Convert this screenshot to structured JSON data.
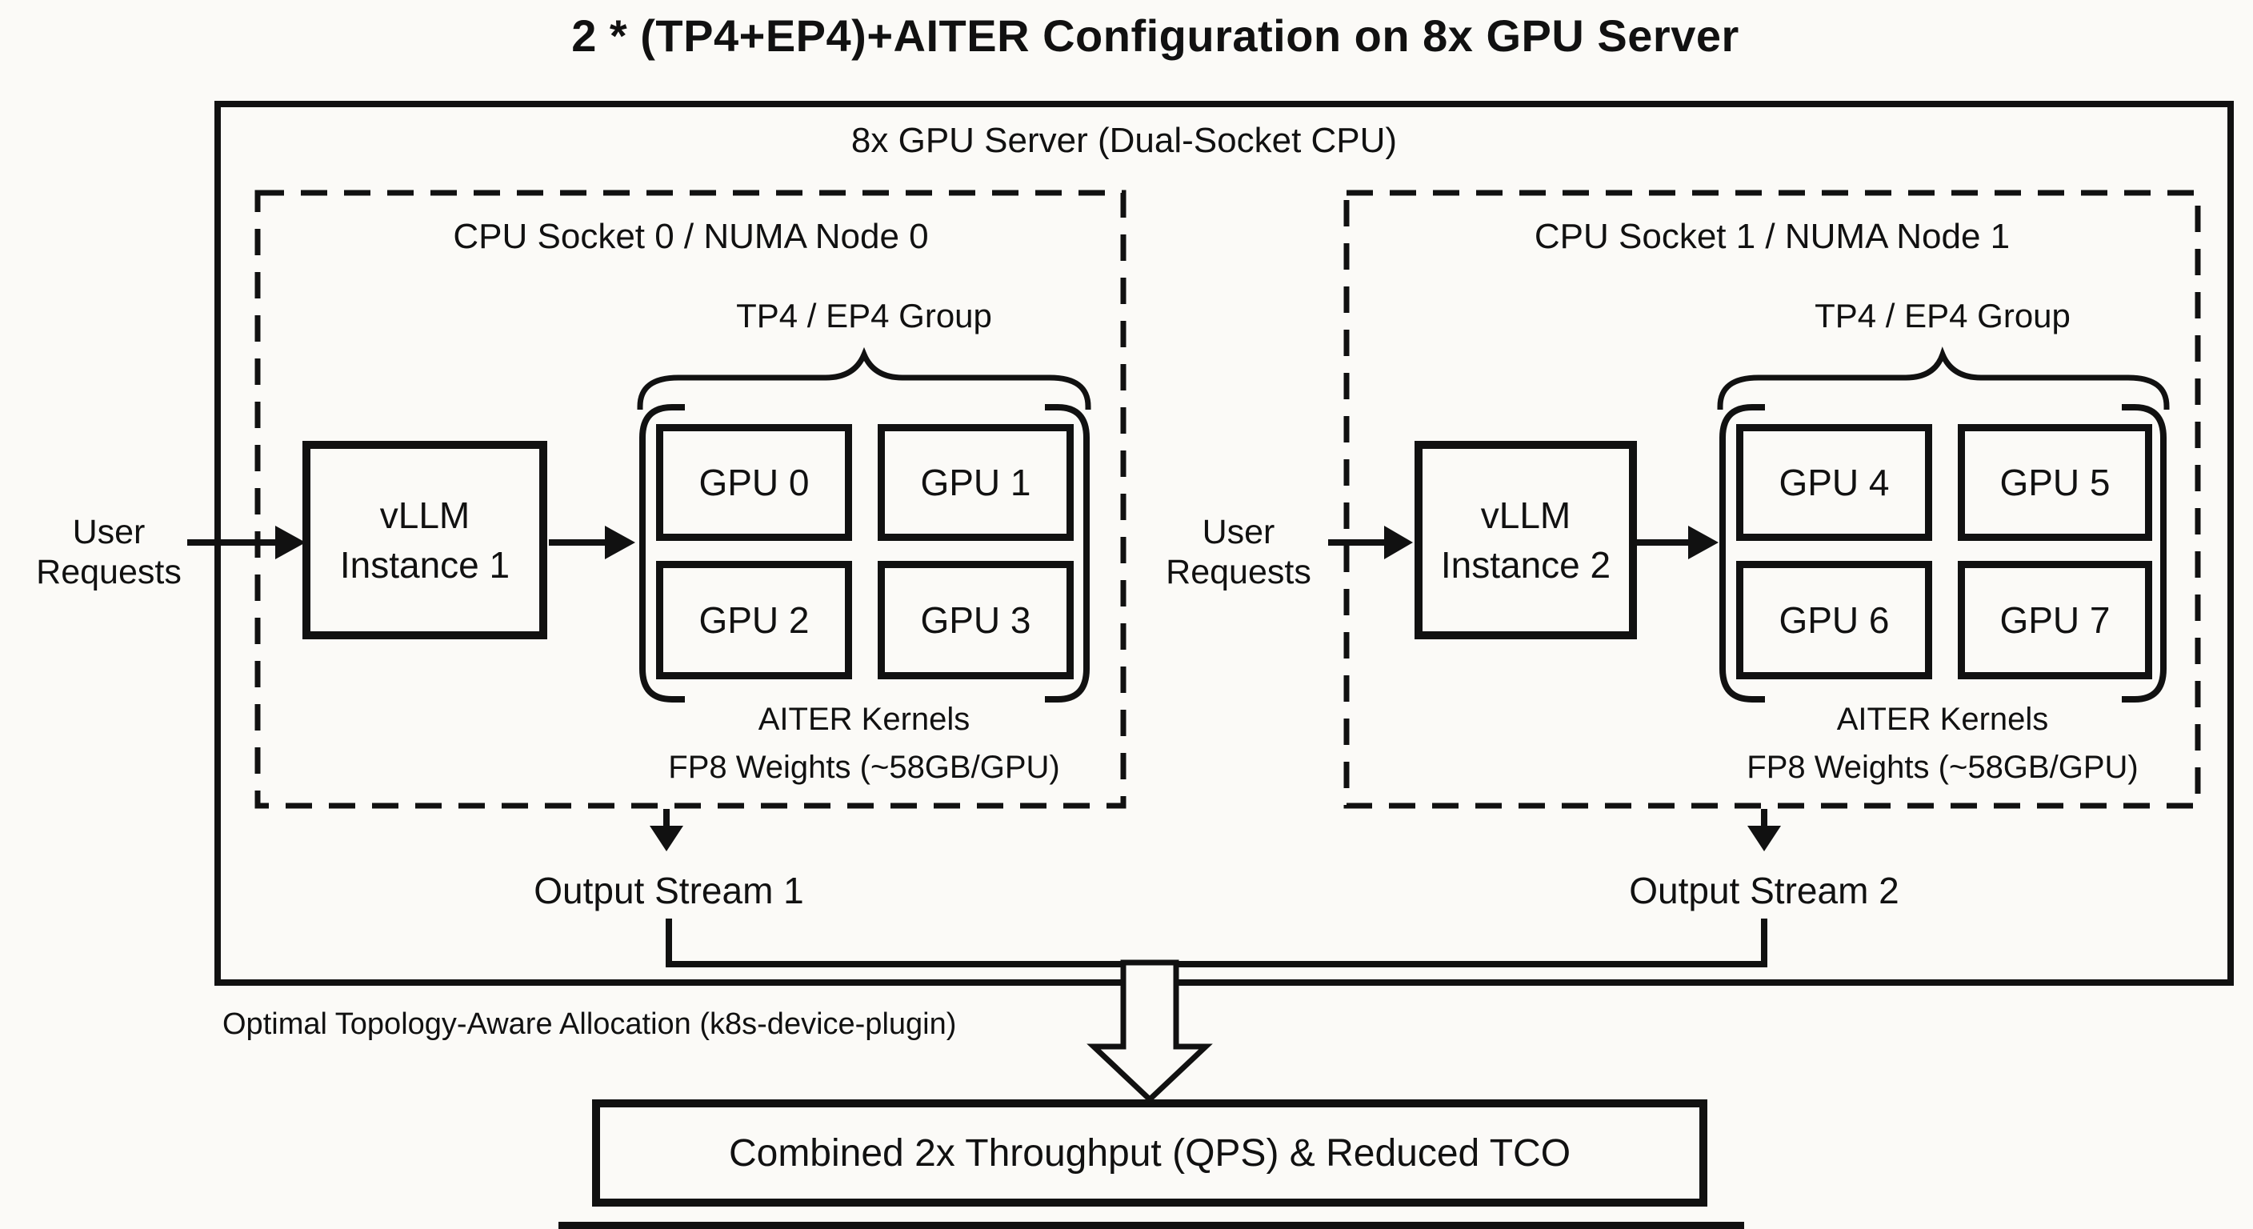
{
  "colors": {
    "ink": "#111111",
    "paper": "#fbfaf7"
  },
  "title": "2 * (TP4+EP4)+AITER Configuration on 8x GPU Server",
  "server_label": "8x GPU Server (Dual-Socket CPU)",
  "sockets": [
    {
      "header": "CPU Socket 0 / NUMA Node 0",
      "group_label": "TP4 / EP4 Group",
      "gpus": [
        "GPU 0",
        "GPU 1",
        "GPU 2",
        "GPU 3"
      ],
      "kernels": "AITER Kernels",
      "weights": "FP8 Weights (~58GB/GPU)",
      "vllm_line1": "vLLM",
      "vllm_line2": "Instance 1",
      "requests_line1": "User",
      "requests_line2": "Requests",
      "output": "Output Stream 1"
    },
    {
      "header": "CPU Socket 1 / NUMA Node 1",
      "group_label": "TP4 / EP4 Group",
      "gpus": [
        "GPU 4",
        "GPU 5",
        "GPU 6",
        "GPU 7"
      ],
      "kernels": "AITER Kernels",
      "weights": "FP8 Weights (~58GB/GPU)",
      "vllm_line1": "vLLM",
      "vllm_line2": "Instance 2",
      "requests_line1": "User",
      "requests_line2": "Requests",
      "output": "Output Stream 2"
    }
  ],
  "allocation_note": "Optimal Topology-Aware Allocation (k8s-device-plugin)",
  "result_label": "Combined 2x Throughput (QPS) & Reduced TCO"
}
